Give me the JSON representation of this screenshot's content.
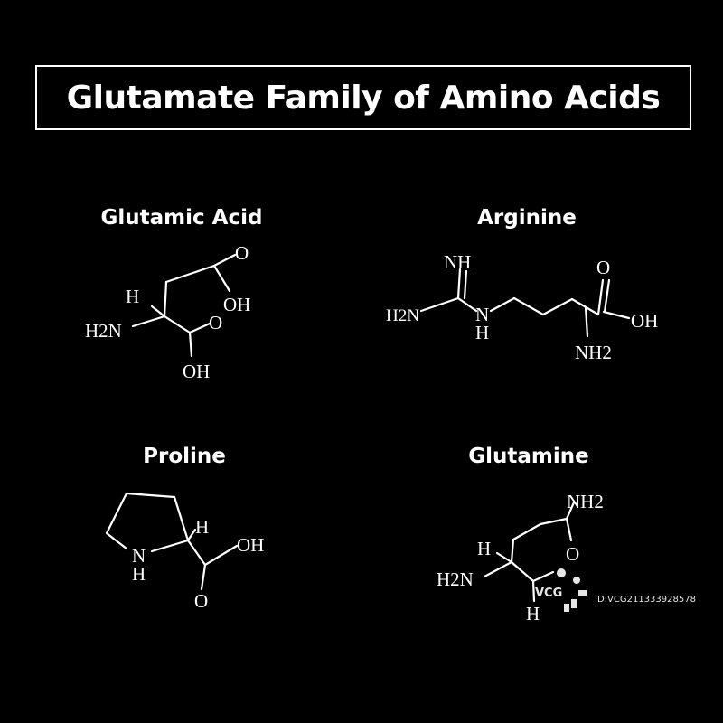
{
  "title": "Glutamate Family of Amino Acids",
  "molecules": {
    "glutamic_acid": {
      "name": "Glutamic Acid",
      "labels": {
        "h": "H",
        "nh2_main": "H2N",
        "oh_top": "OH",
        "oh_bottom": "OH",
        "o_top": "O",
        "o_bottom": "O"
      }
    },
    "arginine": {
      "name": "Arginine",
      "labels": {
        "nh_imine": "NH",
        "h2n_left": "H2N",
        "n_amine": "N",
        "h_amine": "H",
        "o": "O",
        "oh": "OH",
        "nh2_alpha": "NH2"
      }
    },
    "proline": {
      "name": "Proline",
      "labels": {
        "nh_ring": "N",
        "h_ring": "H",
        "h_alpha": "H",
        "oh": "OH",
        "o": "O"
      }
    },
    "glutamine": {
      "name": "Glutamine",
      "labels": {
        "nh2_amide": "NH2",
        "o_amide": "O",
        "h_alpha": "H",
        "h2n_main": "H2N",
        "h_bottom": "H"
      }
    }
  },
  "watermark": {
    "logo": "VCG",
    "id_text": "ID:VCG211333928578"
  }
}
